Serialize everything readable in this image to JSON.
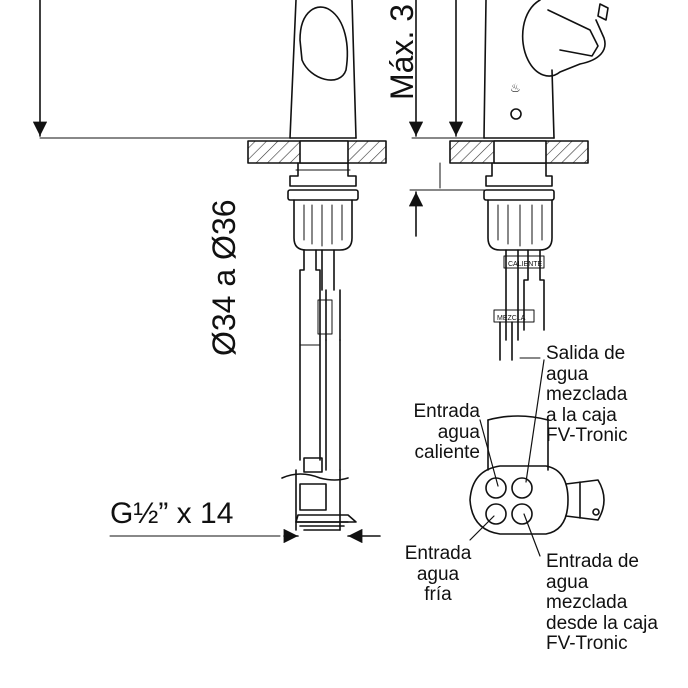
{
  "dimensions": {
    "max_height": "Máx. 3",
    "hole_diameter": "Ø34 a Ø36",
    "thread": "G½” x 14"
  },
  "labels": {
    "hot_inlet": [
      "Entrada",
      "agua",
      "caliente"
    ],
    "cold_inlet": [
      "Entrada",
      "agua",
      "fría"
    ],
    "mixed_outlet": [
      "Salida de",
      "agua",
      "mezclada",
      "a la caja",
      "FV-Tronic"
    ],
    "mixed_inlet": [
      "Entrada de",
      "agua",
      "mezclada",
      "desde la caja",
      "FV-Tronic"
    ]
  },
  "hose_tags": [
    "CALIENTE",
    "MEZCLA"
  ],
  "colors": {
    "line": "#111111",
    "hatch": "#333333",
    "background": "#ffffff"
  }
}
